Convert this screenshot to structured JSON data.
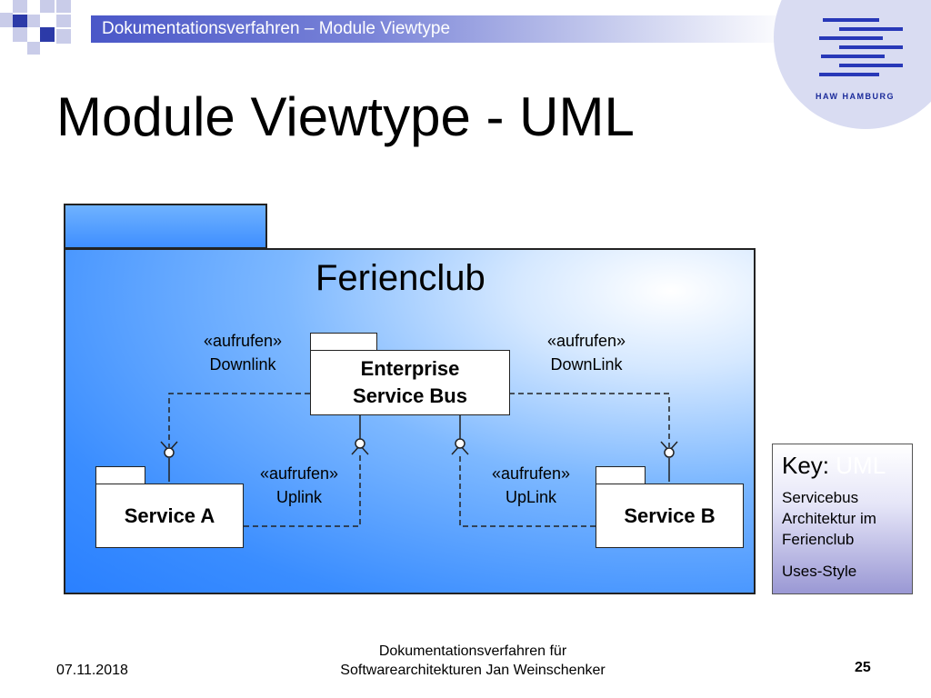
{
  "header": {
    "text": "Dokumentationsverfahren – Module Viewtype"
  },
  "logo": {
    "text": "HAW HAMBURG"
  },
  "title": "Module Viewtype - UML",
  "diagram": {
    "package_name": "Ferienclub",
    "esb": {
      "line1": "Enterprise",
      "line2": "Service Bus"
    },
    "service_a": "Service A",
    "service_b": "Service B",
    "label_tl": {
      "stereotype": "«aufrufen»",
      "name": "Downlink"
    },
    "label_tr": {
      "stereotype": "«aufrufen»",
      "name": "DownLink"
    },
    "label_bl": {
      "stereotype": "«aufrufen»",
      "name": "Uplink"
    },
    "label_br": {
      "stereotype": "«aufrufen»",
      "name": "UpLink"
    }
  },
  "legend": {
    "key": "Key:",
    "uml": "UML",
    "lines": [
      "Servicebus",
      "Architektur im",
      "Ferienclub"
    ],
    "style": "Uses-Style"
  },
  "footer": {
    "date": "07.11.2018",
    "center_line1": "Dokumentationsverfahren für",
    "center_line2": "Softwarearchitekturen Jan Weinschenker",
    "page": "25"
  },
  "colors": {
    "header_bar": "#4a57c8",
    "package_fill": "#3a8dff",
    "logo_lines": "#2838b8"
  }
}
